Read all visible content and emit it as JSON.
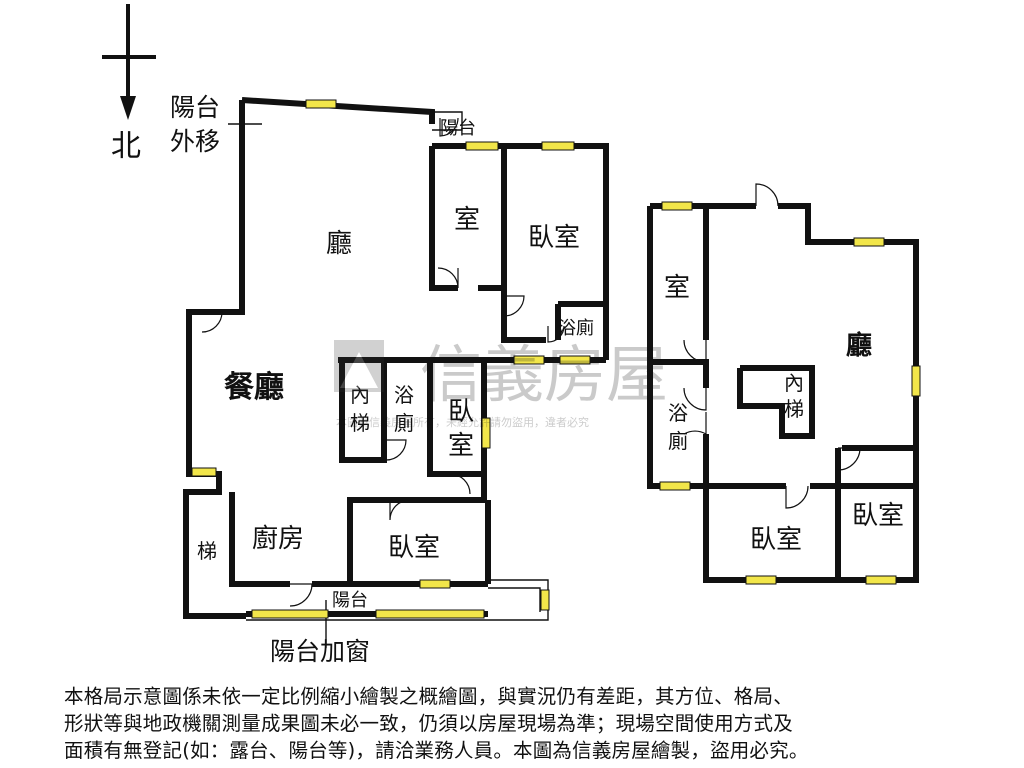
{
  "compass": {
    "north_label": "北",
    "icon": "north-arrow-icon"
  },
  "callouts": {
    "balcony_moved_out": [
      "陽台",
      "外移"
    ],
    "balcony_enclosed": "陽台加窗"
  },
  "watermark": {
    "brand": "信義房屋",
    "notice": "本圖為信義房屋所有，未經允許請勿盜用，違者必究"
  },
  "lower_floor": {
    "rooms": {
      "balcony_top": "陽台",
      "living": "廳",
      "room": "室",
      "bedroom_ne": "臥室",
      "bath_ne": "浴廁",
      "dining": "餐廳",
      "inner_stair": [
        "內",
        "梯"
      ],
      "bath_center": [
        "浴",
        "廁"
      ],
      "bedroom_center": [
        "臥",
        "室"
      ],
      "stair": "梯",
      "kitchen": "廚房",
      "bedroom_s": "臥室",
      "balcony_bottom": "陽台"
    }
  },
  "upper_floor": {
    "rooms": {
      "room_w": "室",
      "living": "廳",
      "inner_stair": [
        "內",
        "梯"
      ],
      "bath": [
        "浴",
        "廁"
      ],
      "bedroom_s": "臥室",
      "bedroom_se": "臥室"
    }
  },
  "disclaimer": [
    "本格局示意圖係未依一定比例縮小繪製之概繪圖，與實況仍有差距，其方位、格局、",
    "形狀等與地政機關測量成果圖未必一致，仍須以房屋現場為準；現場空間使用方式及",
    "面積有無登記(如：露台、陽台等)，請洽業務人員。本圖為信義房屋繪製，盜用必究。"
  ]
}
